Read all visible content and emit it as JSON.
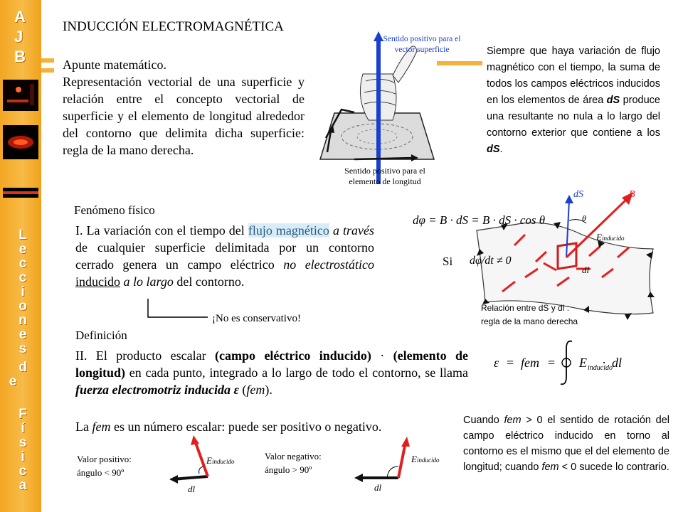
{
  "sidebar": {
    "logo": [
      "A",
      "J",
      "B"
    ],
    "vertical_text": [
      "L",
      "e",
      "c",
      "c",
      "i",
      "o",
      "n",
      "e",
      "s",
      "d",
      "e",
      "F",
      "í",
      "s",
      "i",
      "c",
      "a"
    ]
  },
  "title": "INDUCCIÓN ELECTROMAGNÉTICA",
  "apunte": {
    "heading": "Apunte matemático.",
    "body": "Representación vectorial de una superficie y relación entre el concepto vectorial de superficie y el elemento de longitud alrededor del contorno que delimita dicha superficie: regla de la mano derecha."
  },
  "hand_figure": {
    "label_top": "Sentido positivo para el vector superficie",
    "label_bottom": "Sentido positivo para el elemento de longitud"
  },
  "right_text": {
    "part1": "Siempre que haya variación de flujo magnético con el tiempo, la suma de todos los campos eléctricos inducidos en los elementos de área ",
    "dS": "dS",
    "part2": " produce una resultante no nula a lo largo del contorno exterior que contiene a los ",
    "end": "."
  },
  "fenomeno": {
    "heading": "Fenómeno físico",
    "p1": "I. La variación con el tiempo del ",
    "highlight": "flujo magnético",
    "p2": "a través",
    "p3": " de cualquier superficie delimitada por un contorno cerrado genera un campo eléctrico ",
    "p4": "no electrostático",
    "p5": "inducido",
    "p6": "a lo largo",
    "p7": " del contorno.",
    "note": "¡No es conservativo!"
  },
  "surface_figure": {
    "si": "Si",
    "flux_eq": "dφ = B · dS = B · dS · cos θ",
    "condition": "dφ/dt ≠ 0",
    "relacion_line1": "Relación entre  dS y dl :",
    "relacion_line2": "regla de la mano derecha",
    "label_dS": "dS",
    "label_B": "B",
    "label_theta": "θ",
    "label_Eind": "E",
    "label_Eind_sub": "inducido",
    "label_dl": "dl"
  },
  "definicion": {
    "heading": "Definición",
    "p1": "II. El producto escalar ",
    "b1": "(campo eléctrico inducido)",
    "p2": " · ",
    "b2": "(elemento de longitud)",
    "p3": " en cada punto, integrado a lo largo de todo el contorno, se llama ",
    "term": "fuerza electromotriz inducida ε",
    "p4": " (",
    "fem": "fem",
    "p5": ")."
  },
  "equation": {
    "eps": "ε",
    "eq": "=",
    "fem": "fem",
    "eq2": "=",
    "E": "E",
    "E_sub": "inducido",
    "dot": "·",
    "dl": "dl"
  },
  "scalar": {
    "p1": "La ",
    "fem": "fem",
    "p2": " es un número escalar: puede ser positivo o negativo."
  },
  "positive": {
    "line1": "Valor positivo:",
    "line2": "ángulo < 90º"
  },
  "negative": {
    "line1": "Valor negativo:",
    "line2": "ángulo > 90º"
  },
  "vector_labels": {
    "E": "E",
    "E_sub": "inducido",
    "dl": "dl"
  },
  "bottom_right": {
    "p1": "Cuando ",
    "fem1": "fem",
    "p2": " > 0 el sentido de rotación del campo eléctrico inducido en torno al contorno es el mismo que el del elemento de longitud; cuando ",
    "fem2": "fem",
    "p3": " < 0 sucede lo contrario."
  },
  "colors": {
    "sidebar": "#f3a623",
    "arrow_red": "#e02020",
    "arrow_blue": "#1a3fd0",
    "highlight": "#d8ecf8"
  }
}
